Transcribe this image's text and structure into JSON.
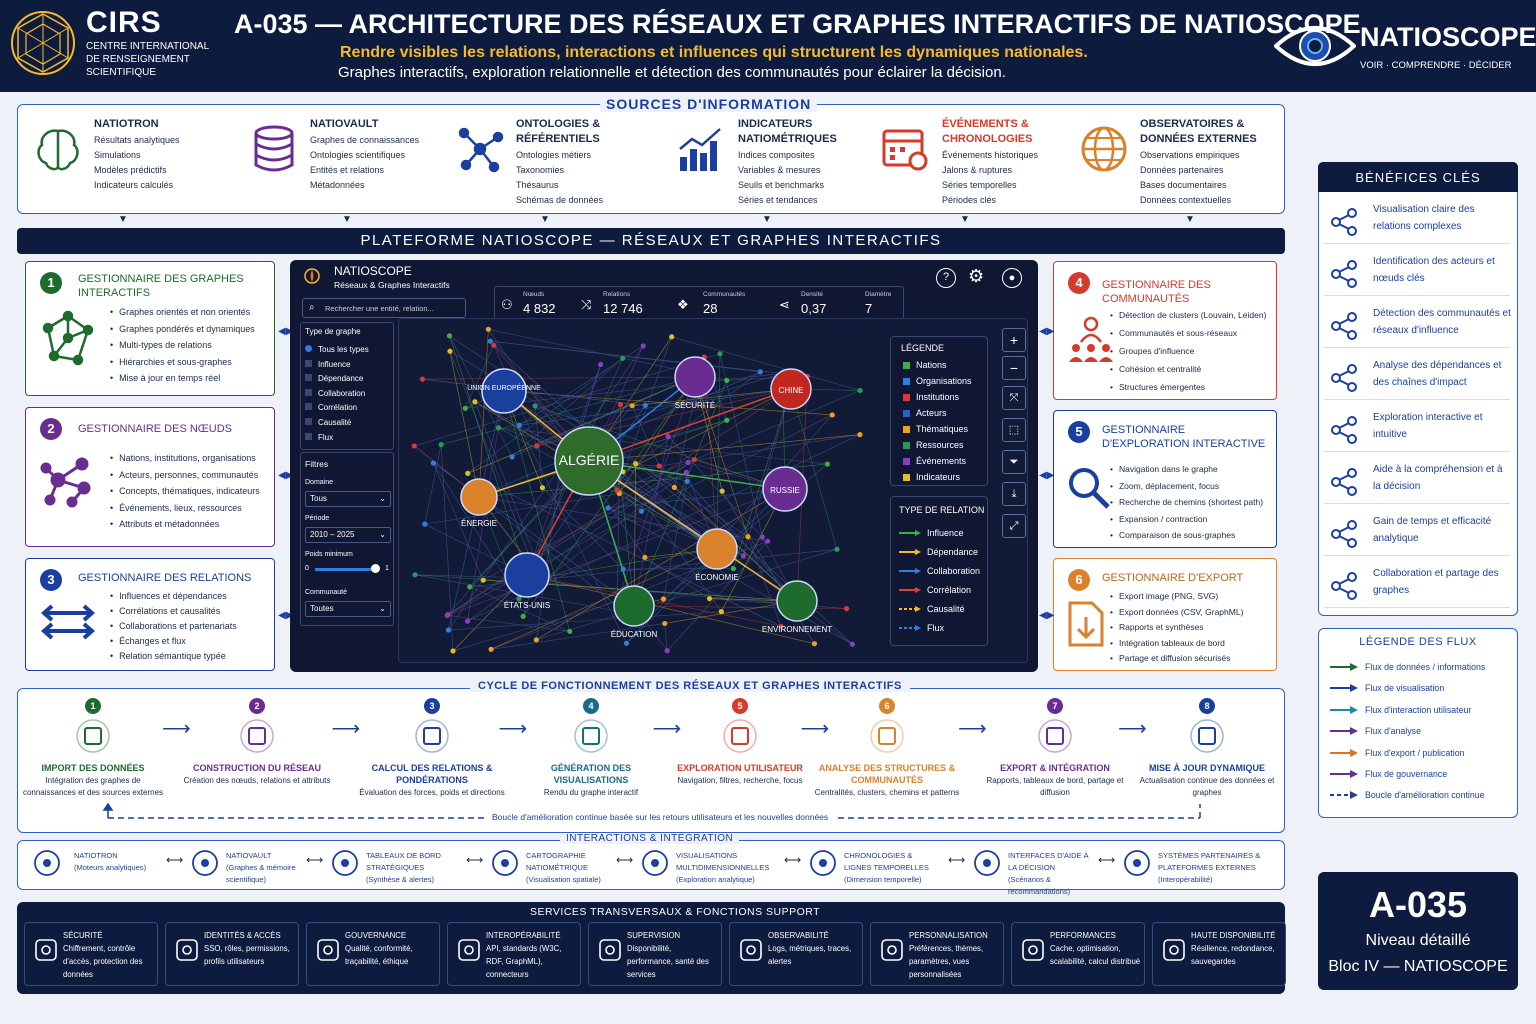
{
  "header": {
    "org_acronym": "CIRS",
    "org_name": "CENTRE INTERNATIONAL DE RENSEIGNEMENT SCIENTIFIQUE",
    "title": "A-035 — ARCHITECTURE DES RÉSEAUX ET GRAPHES INTERACTIFS DE NATIOSCOPE",
    "subtitle": "Rendre visibles les relations, interactions et influences qui structurent les dynamiques nationales.",
    "tagline": "Graphes interactifs, exploration relationnelle et détection des communautés pour éclairer la décision.",
    "brand": "NATIOSCOPE",
    "brand_tag": "VOIR · COMPRENDRE · DÉCIDER"
  },
  "sources": {
    "title": "SOURCES D'INFORMATION",
    "items": [
      {
        "title": "NATIOTRON",
        "icon": "brain-icon",
        "list": [
          "Résultats analytiques",
          "Simulations",
          "Modèles prédictifs",
          "Indicateurs calculés"
        ]
      },
      {
        "title": "NATIOVAULT",
        "icon": "database-icon",
        "list": [
          "Graphes de connaissances",
          "Ontologies scientifiques",
          "Entités et relations",
          "Métadonnées"
        ]
      },
      {
        "title": "ONTOLOGIES & RÉFÉRENTIELS",
        "icon": "network-icon",
        "list": [
          "Ontologies métiers",
          "Taxonomies",
          "Thésaurus",
          "Schémas de données"
        ]
      },
      {
        "title": "INDICATEURS NATIOMÉTRIQUES",
        "icon": "bar-chart-icon",
        "list": [
          "Indices composites",
          "Variables & mesures",
          "Seuils et benchmarks",
          "Séries et tendances"
        ]
      },
      {
        "title": "ÉVÉNEMENTS & CHRONOLOGIES",
        "icon": "calendar-icon",
        "list": [
          "Événements historiques",
          "Jalons & ruptures",
          "Séries temporelles",
          "Périodes clés"
        ]
      },
      {
        "title": "OBSERVATOIRES & DONNÉES EXTERNES",
        "icon": "globe-icon",
        "list": [
          "Observations empiriques",
          "Données partenaires",
          "Bases documentaires",
          "Données contextuelles"
        ]
      }
    ]
  },
  "platform_title": "PLATEFORME NATIOSCOPE — RÉSEAUX ET GRAPHES INTERACTIFS",
  "managers_left": [
    {
      "num": "1",
      "title": "GESTIONNAIRE DES GRAPHES INTERACTIFS",
      "list": [
        "Graphes orientés et non orientés",
        "Graphes pondérés et dynamiques",
        "Multi-types de relations",
        "Hiérarchies et sous-graphes",
        "Mise à jour en temps réel"
      ]
    },
    {
      "num": "2",
      "title": "GESTIONNAIRE DES NŒUDS",
      "list": [
        "Nations, institutions, organisations",
        "Acteurs, personnes, communautés",
        "Concepts, thématiques, indicateurs",
        "Événements, lieux, ressources",
        "Attributs et métadonnées"
      ]
    },
    {
      "num": "3",
      "title": "GESTIONNAIRE DES RELATIONS",
      "list": [
        "Influences et dépendances",
        "Corrélations et causalités",
        "Collaborations et partenariats",
        "Échanges et flux",
        "Relation sémantique typée"
      ]
    }
  ],
  "managers_right": [
    {
      "num": "4",
      "title": "GESTIONNAIRE DES COMMUNAUTÉS",
      "list": [
        "Détection de clusters (Louvain, Leiden)",
        "Communautés et sous-réseaux",
        "Groupes d'influence",
        "Cohésion et centralité",
        "Structures émergentes"
      ]
    },
    {
      "num": "5",
      "title": "GESTIONNAIRE D'EXPLORATION INTERACTIVE",
      "list": [
        "Navigation dans le graphe",
        "Zoom, déplacement, focus",
        "Recherche de chemins (shortest path)",
        "Expansion / contraction",
        "Comparaison de sous-graphes"
      ]
    },
    {
      "num": "6",
      "title": "GESTIONNAIRE D'EXPORT",
      "list": [
        "Export image (PNG, SVG)",
        "Export données (CSV, GraphML)",
        "Rapports et synthèses",
        "Intégration tableaux de bord",
        "Partage et diffusion sécurisés"
      ]
    }
  ],
  "app": {
    "name": "NATIOSCOPE",
    "subtitle": "Réseaux & Graphes Interactifs",
    "search_placeholder": "Rechercher une entité, relation...",
    "stats": [
      {
        "label": "Nœuds",
        "value": "4 832"
      },
      {
        "label": "Relations",
        "value": "12 746"
      },
      {
        "label": "Communautés",
        "value": "28"
      },
      {
        "label": "Densité",
        "value": "0,37"
      },
      {
        "label": "Diamètre",
        "value": "7"
      }
    ],
    "graph_type_title": "Type de graphe",
    "graph_types": [
      "Tous les types",
      "Influence",
      "Dépendance",
      "Collaboration",
      "Corrélation",
      "Causalité",
      "Flux"
    ],
    "filters_title": "Filtres",
    "domain_label": "Domaine",
    "domain_value": "Tous",
    "period_label": "Période",
    "period_value": "2010 – 2025",
    "weight_label": "Poids minimum",
    "weight_min": "0",
    "weight_max": "1",
    "community_label": "Communauté",
    "community_value": "Toutes",
    "legend_title": "LÉGENDE",
    "legend": [
      {
        "label": "Nations",
        "color": "#3fae49"
      },
      {
        "label": "Organisations",
        "color": "#2f7fe0"
      },
      {
        "label": "Institutions",
        "color": "#d63a3a"
      },
      {
        "label": "Acteurs",
        "color": "#2f5fc4"
      },
      {
        "label": "Thématiques",
        "color": "#f0a020"
      },
      {
        "label": "Ressources",
        "color": "#2a9a5a"
      },
      {
        "label": "Événements",
        "color": "#8a3fc0"
      },
      {
        "label": "Indicateurs",
        "color": "#e0c020"
      }
    ],
    "relation_title": "TYPE DE RELATION",
    "relations": [
      {
        "label": "Influence",
        "color": "#3fae49"
      },
      {
        "label": "Dépendance",
        "color": "#f5b82e"
      },
      {
        "label": "Collaboration",
        "color": "#2f7fe0"
      },
      {
        "label": "Corrélation",
        "color": "#e0402f"
      },
      {
        "label": "Causalité",
        "color": "#f5b82e"
      },
      {
        "label": "Flux",
        "color": "#2f7fe0"
      }
    ],
    "nodes": [
      {
        "label": "ALGÉRIE"
      },
      {
        "label": "UNION EUROPÉENNE"
      },
      {
        "label": "SÉCURITÉ"
      },
      {
        "label": "CHINE"
      },
      {
        "label": "RUSSIE"
      },
      {
        "label": "ÉNERGIE"
      },
      {
        "label": "ÉCONOMIE"
      },
      {
        "label": "ÉTATS-UNIS"
      },
      {
        "label": "ÉDUCATION"
      },
      {
        "label": "ENVIRONNEMENT"
      }
    ]
  },
  "cycle": {
    "title": "CYCLE DE FONCTIONNEMENT DES RÉSEAUX ET GRAPHES INTERACTIFS",
    "steps": [
      {
        "n": "1",
        "t": "IMPORT DES DONNÉES",
        "d": "Intégration des graphes de connaissances et des sources externes",
        "c": "#1e6b2e"
      },
      {
        "n": "2",
        "t": "CONSTRUCTION DU RÉSEAU",
        "d": "Création des nœuds, relations et attributs",
        "c": "#6a2c91"
      },
      {
        "n": "3",
        "t": "CALCUL DES RELATIONS & PONDÉRATIONS",
        "d": "Évaluation des forces, poids et directions",
        "c": "#1a3f9e"
      },
      {
        "n": "4",
        "t": "GÉNÉRATION DES VISUALISATIONS",
        "d": "Rendu du graphe interactif",
        "c": "#1b6a8a"
      },
      {
        "n": "5",
        "t": "EXPLORATION UTILISATEUR",
        "d": "Navigation, filtres, recherche, focus",
        "c": "#d63a2a"
      },
      {
        "n": "6",
        "t": "ANALYSE DES STRUCTURES & COMMUNAUTÉS",
        "d": "Centralités, clusters, chemins et patterns",
        "c": "#d9822b"
      },
      {
        "n": "7",
        "t": "EXPORT & INTÉGRATION",
        "d": "Rapports, tableaux de bord, partage et diffusion",
        "c": "#6a2c91"
      },
      {
        "n": "8",
        "t": "MISE À JOUR DYNAMIQUE",
        "d": "Actualisation continue des données et graphes",
        "c": "#1a3f9e"
      }
    ],
    "loop": "Boucle d'amélioration continue basée sur les retours utilisateurs et les nouvelles données"
  },
  "interactions": {
    "title": "INTERACTIONS & INTÉGRATION",
    "items": [
      {
        "t": "NATIOTRON",
        "d": "(Moteurs analytiques)"
      },
      {
        "t": "NATIOVAULT",
        "d": "(Graphes & mémoire scientifique)"
      },
      {
        "t": "TABLEAUX DE BORD STRATÉGIQUES",
        "d": "(Synthèse & alertes)"
      },
      {
        "t": "CARTOGRAPHIE NATIOMÉTRIQUE",
        "d": "(Visualisation spatiale)"
      },
      {
        "t": "VISUALISATIONS MULTIDIMENSIONNELLES",
        "d": "(Exploration analytique)"
      },
      {
        "t": "CHRONOLOGIES & LIGNES TEMPORELLES",
        "d": "(Dimension temporelle)"
      },
      {
        "t": "INTERFACES D'AIDE À LA DÉCISION",
        "d": "(Scénarios & recommandations)"
      },
      {
        "t": "SYSTÈMES PARTENAIRES & PLATEFORMES EXTERNES",
        "d": "(Interopérabilité)"
      }
    ]
  },
  "services": {
    "title": "SERVICES TRANSVERSAUX & FONCTIONS SUPPORT",
    "items": [
      {
        "t": "SÉCURITÉ",
        "d": "Chiffrement, contrôle d'accès, protection des données"
      },
      {
        "t": "IDENTITÉS & ACCÈS",
        "d": "SSO, rôles, permissions, profils utilisateurs"
      },
      {
        "t": "GOUVERNANCE",
        "d": "Qualité, conformité, traçabilité, éthique"
      },
      {
        "t": "INTEROPÉRABILITÉ",
        "d": "API, standards (W3C, RDF, GraphML), connecteurs"
      },
      {
        "t": "SUPERVISION",
        "d": "Disponibilité, performance, santé des services"
      },
      {
        "t": "OBSERVABILITÉ",
        "d": "Logs, métriques, traces, alertes"
      },
      {
        "t": "PERSONNALISATION",
        "d": "Préférences, thèmes, paramètres, vues personnalisées"
      },
      {
        "t": "PERFORMANCES",
        "d": "Cache, optimisation, scalabilité, calcul distribué"
      },
      {
        "t": "HAUTE DISPONIBILITÉ",
        "d": "Résilience, redondance, sauvegardes"
      }
    ]
  },
  "benefits": {
    "title": "BÉNÉFICES CLÉS",
    "items": [
      "Visualisation claire des relations complexes",
      "Identification des acteurs et nœuds clés",
      "Détection des communautés et réseaux d'influence",
      "Analyse des dépendances et des chaînes d'impact",
      "Exploration interactive et intuitive",
      "Aide à la compréhension et à la décision",
      "Gain de temps et efficacité analytique",
      "Collaboration et partage des graphes"
    ]
  },
  "flux": {
    "title": "LÉGENDE DES FLUX",
    "items": [
      {
        "label": "Flux de données / informations",
        "color": "#1e6b2e"
      },
      {
        "label": "Flux de visualisation",
        "color": "#1a3f9e"
      },
      {
        "label": "Flux d'interaction utilisateur",
        "color": "#1b8aaa"
      },
      {
        "label": "Flux d'analyse",
        "color": "#6a2c91"
      },
      {
        "label": "Flux d'export / publication",
        "color": "#e07020"
      },
      {
        "label": "Flux de gouvernance",
        "color": "#6a2c91"
      },
      {
        "label": "Boucle d'amélioration continue",
        "color": "#1a3f9e"
      }
    ]
  },
  "badge": {
    "code": "A-035",
    "level": "Niveau détaillé",
    "bloc": "Bloc IV — NATIOSCOPE"
  }
}
